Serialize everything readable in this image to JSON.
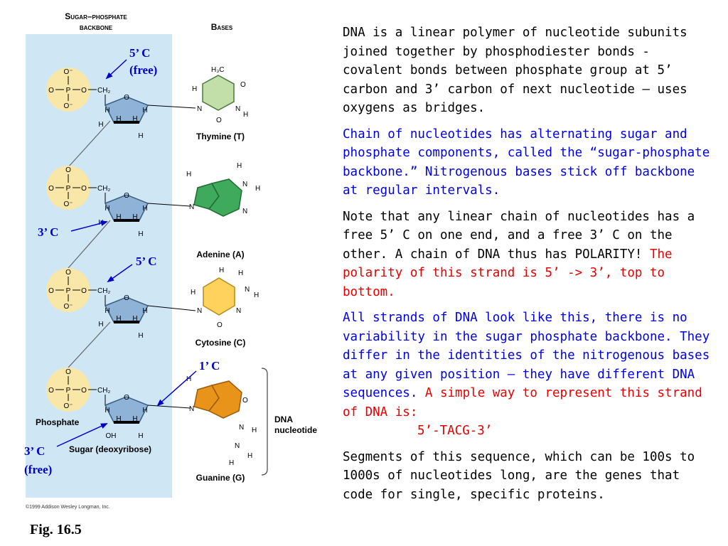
{
  "header": {
    "backbone": [
      "Sugar–phosphate",
      "backbone"
    ],
    "bases": "Bases"
  },
  "phosphate": {
    "O": "O",
    "P": "P",
    "minus": "O⁻",
    "ch2": "CH₂"
  },
  "sugar": {
    "ring_O": "O",
    "H": "H",
    "OH": "OH"
  },
  "bases": [
    {
      "name": "Thymine (T)",
      "color": "#c2dfaa",
      "ch3": "H₃C"
    },
    {
      "name": "Adenine (A)",
      "color": "#3faa5c"
    },
    {
      "name": "Cytosine (C)",
      "color": "#ffd25c"
    },
    {
      "name": "Guanine (G)",
      "color": "#e8941a"
    }
  ],
  "base_atoms": {
    "N": "N",
    "H": "H",
    "O": "O"
  },
  "labels": {
    "phosphate": "Phosphate",
    "sugar": "Sugar (deoxyribose)",
    "dna_nucleotide": [
      "DNA",
      "nucleotide"
    ],
    "copyright": "©1999 Addison Wesley Longman, Inc."
  },
  "annotations": {
    "five_prime_free": [
      "5’ C",
      "(free)"
    ],
    "three_prime": "3’ C",
    "five_prime": "5’ C",
    "one_prime": "1’ C",
    "three_prime_free": [
      "3’ C",
      "(free)"
    ]
  },
  "figure_label": "Fig. 16.5",
  "paragraphs": {
    "p1": "DNA is a linear polymer of nucleotide subunits joined together by phosphodiester bonds - covalent bonds between phosphate group at 5’ carbon and 3’ carbon of next nucleotide – uses oxygens as bridges.",
    "p2": "Chain of nucleotides has alternating sugar and phosphate components, called the “sugar-phosphate backbone.” Nitrogenous bases stick off backbone at regular intervals.",
    "p3_black": "Note that any linear chain of nucleotides has a free 5’ C on one end, and a free 3’ C on the other. A chain of DNA thus has POLARITY!",
    "p3_red": "The polarity of this strand is 5’ -> 3’, top to bottom.",
    "p4_blue": "All strands of DNA look like this, there is no variability in the sugar phosphate backbone. They differ in the identities of the nitrogenous bases at any given position – they have different DNA sequences.",
    "p4_red": "A simple way to represent this strand of DNA is:",
    "sequence": "5’-TACG-3’",
    "p5": "Segments of this sequence, which can be 100s to 1000s of nucleotides long, are the genes that code for single, specific proteins."
  },
  "colors": {
    "backbone_panel": "#cfe6f5",
    "sugar": "#8fb3d6",
    "phosphate": "#f9e7a8",
    "arrow": "#0000cc"
  }
}
